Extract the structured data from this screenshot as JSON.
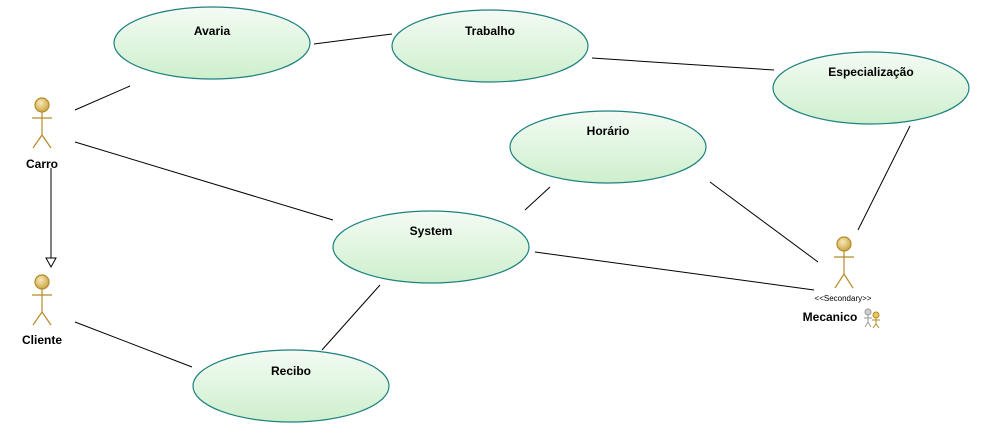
{
  "diagram": {
    "use_cases": {
      "avaria": "Avaria",
      "trabalho": "Trabalho",
      "especializacao": "Especialização",
      "horario": "Horário",
      "system": "System",
      "recibo": "Recibo"
    },
    "actors": {
      "carro": "Carro",
      "cliente": "Cliente",
      "mecanico": "Mecanico",
      "mecanico_stereotype": "<<Secondary>>"
    }
  },
  "colors": {
    "usecase_fill_light": "#f4fbf4",
    "usecase_fill_dark": "#cdefcd",
    "usecase_stroke": "#1e8080",
    "actor_fill": "#c8b46a",
    "actor_stroke": "#b48c28",
    "line": "#000000"
  }
}
